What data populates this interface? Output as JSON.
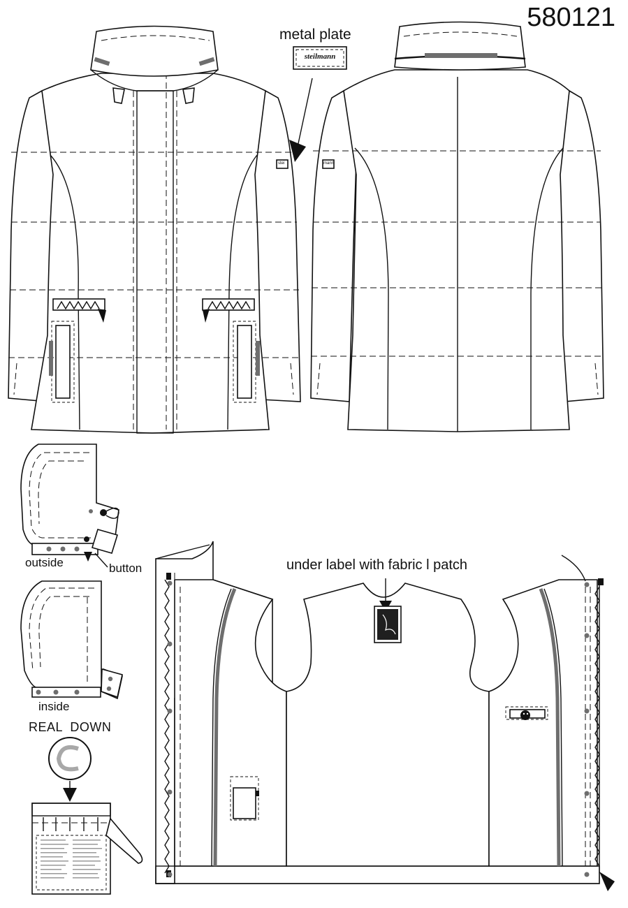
{
  "style_number": "580121",
  "callouts": {
    "metal_plate": "metal plate",
    "metal_plate_brand": "steilmann",
    "sleeve_tab_front": "stei",
    "sleeve_tab_back": "mann",
    "outside": "outside",
    "button": "button",
    "inside": "inside",
    "real_down": "REAL  DOWN",
    "under_label": "under label with fabric l patch"
  },
  "colors": {
    "line": "#111111",
    "accent_grey": "#707070",
    "badge_grey": "#a8a8a8",
    "page": "#ffffff"
  }
}
